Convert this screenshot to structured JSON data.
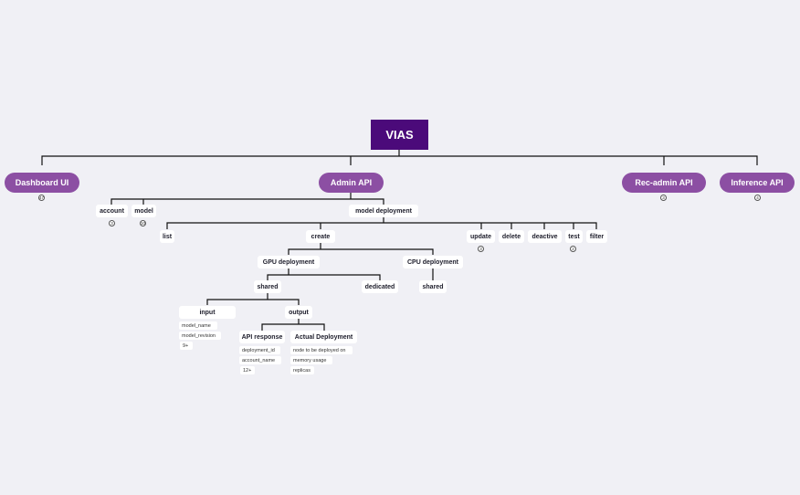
{
  "root": "VIAS",
  "categories": {
    "dashboard_ui": {
      "label": "Dashboard UI",
      "count": "47"
    },
    "admin_api": {
      "label": "Admin API"
    },
    "rec_admin_api": {
      "label": "Rec-admin API",
      "count": "3"
    },
    "inference_api": {
      "label": "Inference API",
      "count": "4"
    }
  },
  "admin": {
    "account": {
      "label": "account",
      "count": "3"
    },
    "model": {
      "label": "model",
      "count": "10"
    },
    "model_deployment": {
      "label": "model deployment"
    }
  },
  "deployment": {
    "list": "list",
    "create": "create",
    "update": {
      "label": "update",
      "count": "3"
    },
    "delete": "delete",
    "deactive": "deactive",
    "test": {
      "label": "test",
      "count": "2"
    },
    "filter": "filter"
  },
  "create": {
    "gpu": "GPU deployment",
    "cpu": "CPU deployment",
    "gpu_shared": "shared",
    "gpu_dedicated": "dedicated",
    "cpu_shared": "shared"
  },
  "shared": {
    "input": {
      "label": "input",
      "items": [
        "model_name",
        "model_revision"
      ],
      "more": "9+"
    },
    "output": {
      "label": "output"
    }
  },
  "output": {
    "api_response": {
      "label": "API response",
      "items": [
        "deployment_id",
        "account_name"
      ],
      "more": "12+"
    },
    "actual_deployment": {
      "label": "Actual Deployment",
      "items": [
        "node to be deployed on",
        "memory usage",
        "replicas"
      ]
    }
  }
}
